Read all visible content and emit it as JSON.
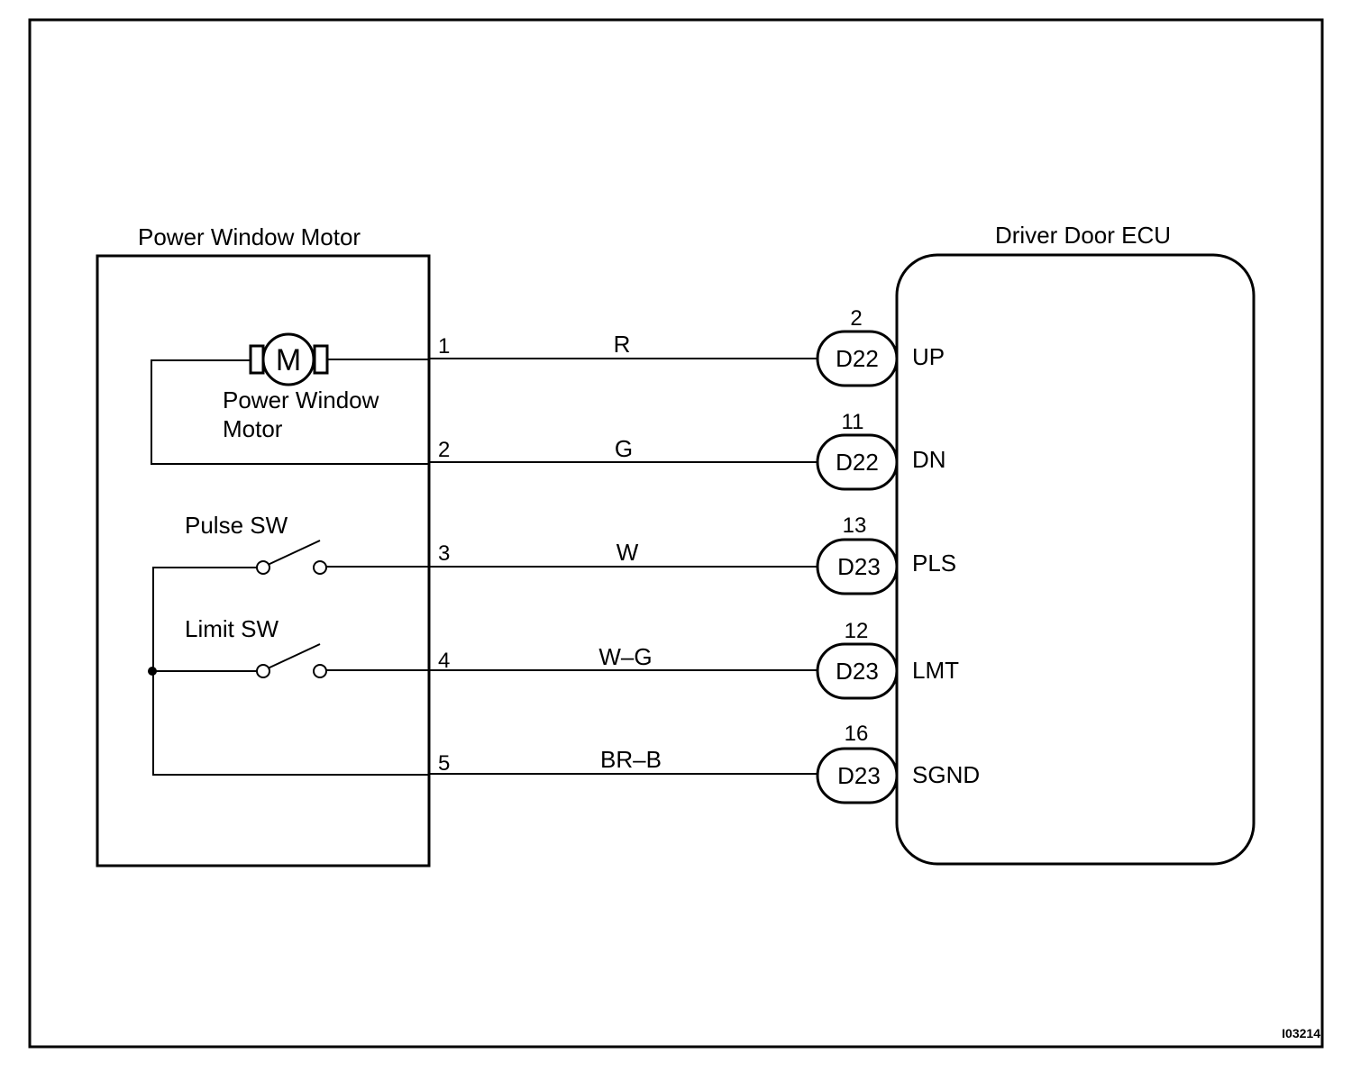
{
  "motor_block": {
    "title": "Power Window Motor",
    "motor_symbol": "M",
    "motor_label_line1": "Power Window",
    "motor_label_line2": "Motor",
    "pulse_switch_label": "Pulse SW",
    "limit_switch_label": "Limit SW"
  },
  "ecu_block": {
    "title": "Driver Door ECU"
  },
  "circuits": [
    {
      "motor_pin": "1",
      "wire_color": "R",
      "ecu_pin": "2",
      "connector": "D22",
      "terminal": "UP"
    },
    {
      "motor_pin": "2",
      "wire_color": "G",
      "ecu_pin": "11",
      "connector": "D22",
      "terminal": "DN"
    },
    {
      "motor_pin": "3",
      "wire_color": "W",
      "ecu_pin": "13",
      "connector": "D23",
      "terminal": "PLS"
    },
    {
      "motor_pin": "4",
      "wire_color": "W–G",
      "ecu_pin": "12",
      "connector": "D23",
      "terminal": "LMT"
    },
    {
      "motor_pin": "5",
      "wire_color": "BR–B",
      "ecu_pin": "16",
      "connector": "D23",
      "terminal": "SGND"
    }
  ],
  "figure_code": "I03214"
}
